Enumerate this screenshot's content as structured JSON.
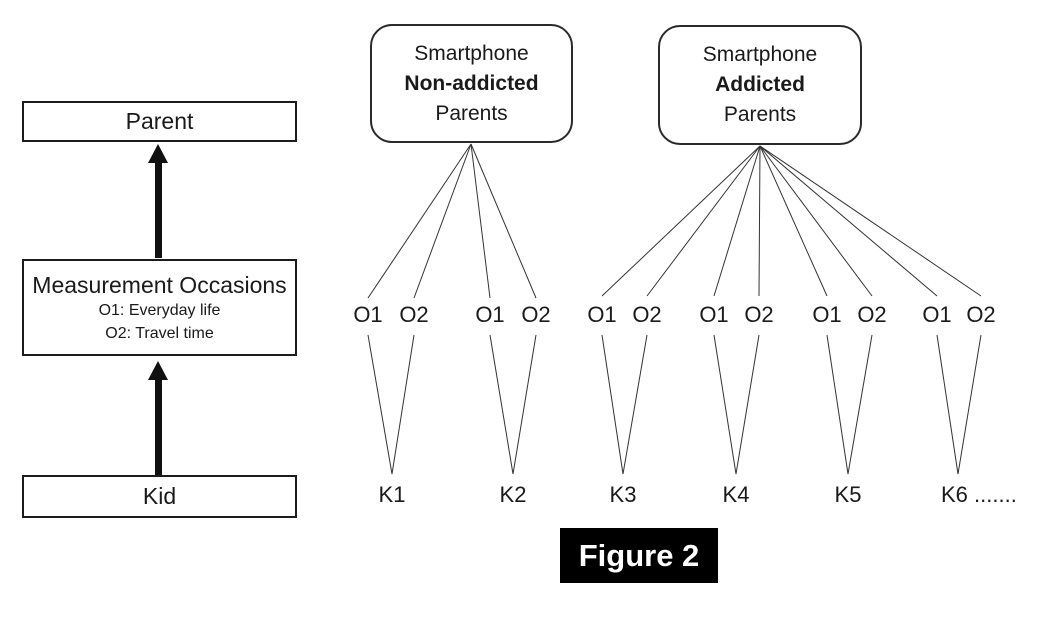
{
  "figure_caption": "Figure 2",
  "left_panel": {
    "parent_label": "Parent",
    "measurement_title": "Measurement Occasions",
    "measurement_line1": "O1: Everyday life",
    "measurement_line2": "O2: Travel time",
    "kid_label": "Kid"
  },
  "groups": [
    {
      "line1": "Smartphone",
      "line2": "Non-addicted",
      "line3": "Parents"
    },
    {
      "line1": "Smartphone",
      "line2": "Addicted",
      "line3": "Parents"
    }
  ],
  "o_labels": [
    "O1",
    "O2",
    "O1",
    "O2",
    "O1",
    "O2",
    "O1",
    "O2",
    "O1",
    "O2",
    "O1",
    "O2"
  ],
  "k_labels": [
    "K1",
    "K2",
    "K3",
    "K4",
    "K5",
    "K6 ......."
  ],
  "colors": {
    "line": "#333333",
    "box_border": "#1c1c1c",
    "caption_bg": "#000000",
    "caption_fg": "#ffffff"
  }
}
